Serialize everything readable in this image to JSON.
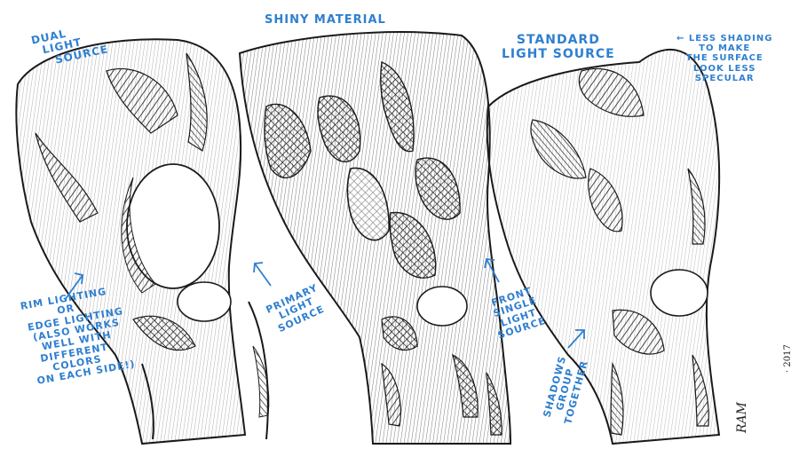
{
  "annotations": {
    "dual_light": [
      "DUAL",
      "LIGHT",
      "SOURCE"
    ],
    "shiny": [
      "SHINY MATERIAL"
    ],
    "standard": [
      "STANDARD",
      "LIGHT SOURCE"
    ],
    "less_shading": [
      "← LESS SHADING",
      "TO MAKE",
      "THE SURFACE",
      "LOOK LESS",
      "SPECULAR"
    ],
    "rim_lighting": [
      "RIM LIGHTING",
      "OR",
      "EDGE LIGHTING",
      "(ALSO WORKS",
      "WELL WITH",
      "DIFFERENT",
      "COLORS",
      "ON EACH SIDE!)"
    ],
    "primary": [
      "PRIMARY",
      "LIGHT",
      "SOURCE"
    ],
    "front_single": [
      "FRONT",
      "SINGLE",
      "LIGHT",
      "SOURCE"
    ],
    "shadows": [
      "SHADOWS",
      "GROUP",
      "TOGETHER"
    ]
  },
  "signature": {
    "name": "RAM",
    "year": "· 2017"
  },
  "colors": {
    "ink": "#1a1a1a",
    "annotation": "#2f7fd0",
    "background": "#ffffff"
  }
}
